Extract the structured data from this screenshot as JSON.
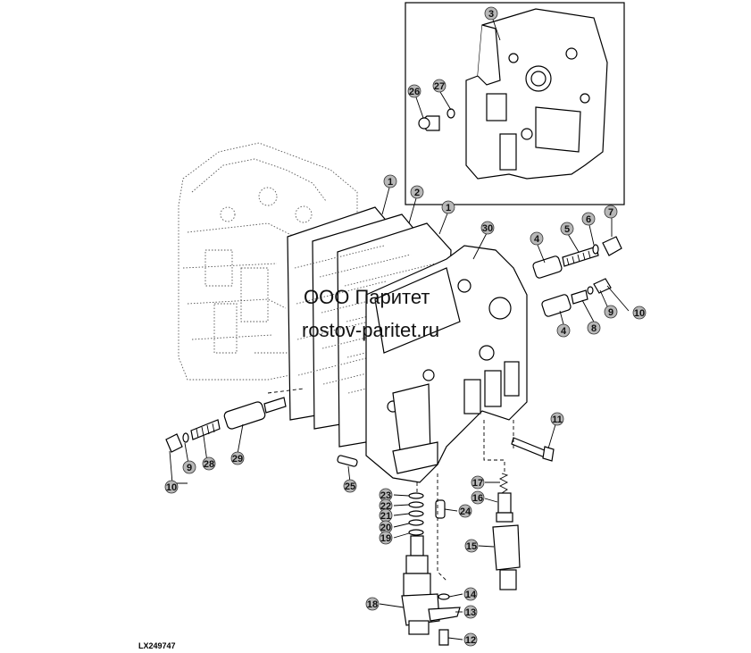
{
  "watermark": {
    "line1": "ООО Паритет",
    "line2": "rostov-paritet.ru"
  },
  "figure_code": "LX249747",
  "callouts": {
    "c1a": "1",
    "c1b": "1",
    "c2": "2",
    "c3": "3",
    "c4a": "4",
    "c4b": "4",
    "c5": "5",
    "c6": "6",
    "c7": "7",
    "c8": "8",
    "c9a": "9",
    "c9b": "9",
    "c10a": "10",
    "c10b": "10",
    "c11": "11",
    "c12": "12",
    "c13": "13",
    "c14": "14",
    "c15": "15",
    "c16": "16",
    "c17": "17",
    "c18": "18",
    "c19": "19",
    "c20": "20",
    "c21": "21",
    "c22": "22",
    "c23": "23",
    "c24": "24",
    "c25": "25",
    "c26": "26",
    "c27": "27",
    "c28": "28",
    "c29": "29",
    "c30": "30"
  }
}
